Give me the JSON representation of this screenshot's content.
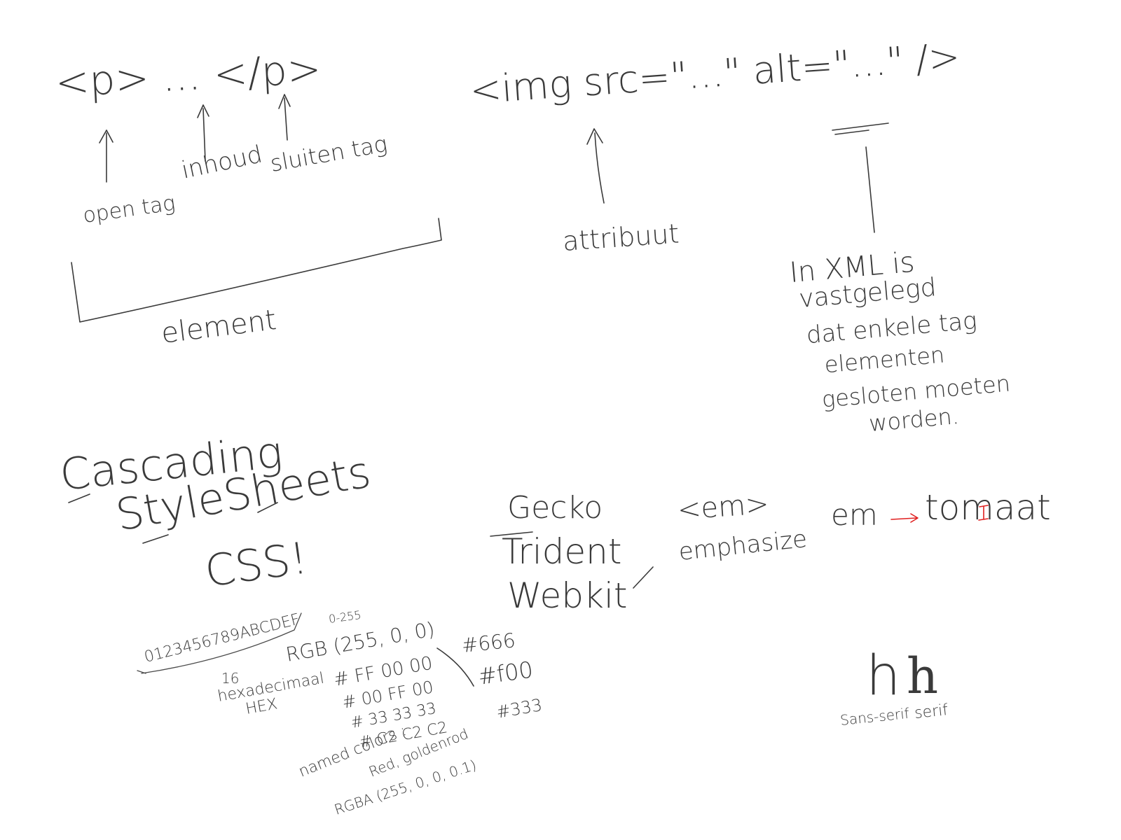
{
  "colors": {
    "ink": "#3a3a3a",
    "accent_red": "#e02020",
    "background": "#ffffff"
  },
  "html_tags": {
    "paragraph_syntax": "<p> ... </p>",
    "open_tag": "open tag",
    "content": "inhoud",
    "close_tag": "sluiten tag",
    "element": "element"
  },
  "img_tag": {
    "syntax": "<img src=\"...\" alt=\"...\" />",
    "attribute": "attribuut",
    "xml_note": [
      "In XML is",
      "vastgelegd",
      "dat enkele tag",
      "elementen",
      "gesloten moeten",
      "worden."
    ]
  },
  "css": {
    "line1": "Cascading",
    "line2": "StyleSheets",
    "line3": "CSS!",
    "engines": [
      "Gecko",
      "Trident",
      "Webkit"
    ],
    "em_tag": "<em>",
    "emphasize": "emphasize",
    "em_word": "em",
    "em_to": "tomaat",
    "hex_digits": "0123456789ABCDEF",
    "hex_label_16": "16",
    "hex_label_word": "hexadecimaal",
    "hex_label_short": "HEX",
    "rgb_range": "0-255",
    "rgb_example": "RGB (255, 0, 0)",
    "hex_examples": [
      "# FF 00 00",
      "# 00 FF 00",
      "# 33 33 33",
      "# C2 C2 C2"
    ],
    "short_hex": [
      "#666",
      "#f00",
      "#333"
    ],
    "named_colors": "named colors :",
    "named_examples": "Red, goldenrod",
    "rgba_example": "RGBA (255, 0, 0, 0.1)"
  },
  "fonts": {
    "glyph": "h",
    "sans_serif": "Sans-serif",
    "serif": "serif"
  }
}
